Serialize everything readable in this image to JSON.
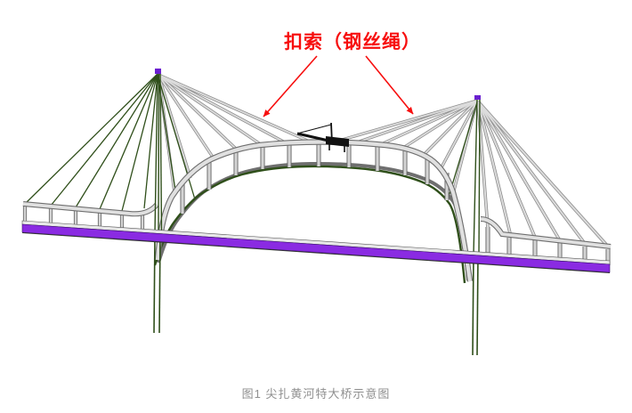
{
  "figure": {
    "annotation_label": "扣索（钢丝绳）",
    "annotation_meaning": "buckle cable (steel wire rope)",
    "caption": "图1 尖扎黄河特大桥示意图"
  },
  "colors": {
    "annotation_red": "#f70f0f",
    "deck_purple": "#8a2be2",
    "structure_green": "#2f4f1a",
    "cable_gray": "#8d8d8d",
    "member_light_gray": "#dcdcdc",
    "caption_gray": "#8f8f8f",
    "crane_black": "#111111",
    "background": "#ffffff"
  }
}
